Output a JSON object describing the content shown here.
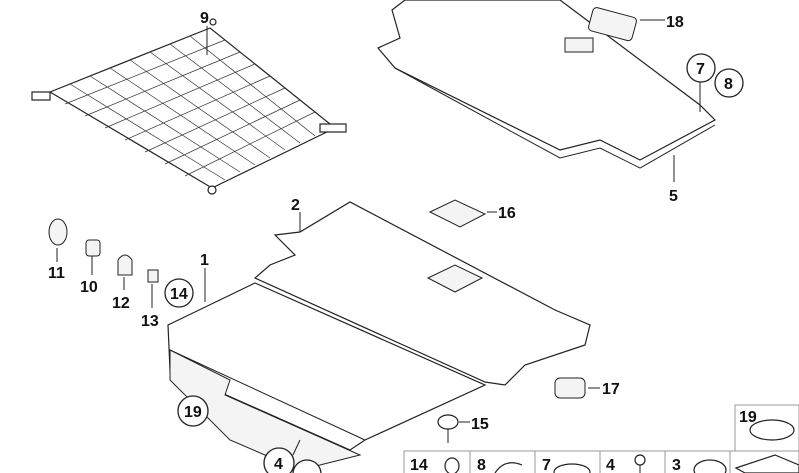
{
  "diagram": {
    "callouts": {
      "net": "9",
      "grommet_top": "18",
      "circle_7": "7",
      "circle_8": "8",
      "cover_top": "5",
      "floor_panel": "2",
      "handle_upper": "16",
      "clip_11": "11",
      "clip_10": "10",
      "clip_12": "12",
      "circle_14": "14",
      "clip_13": "13",
      "floor_front": "1",
      "handle_lower": "17",
      "rivet": "15",
      "circle_19": "19",
      "circle_4": "4"
    },
    "parts_strip": {
      "cells": [
        "14",
        "8",
        "7",
        "4",
        "3"
      ],
      "corner_box": "19"
    }
  }
}
